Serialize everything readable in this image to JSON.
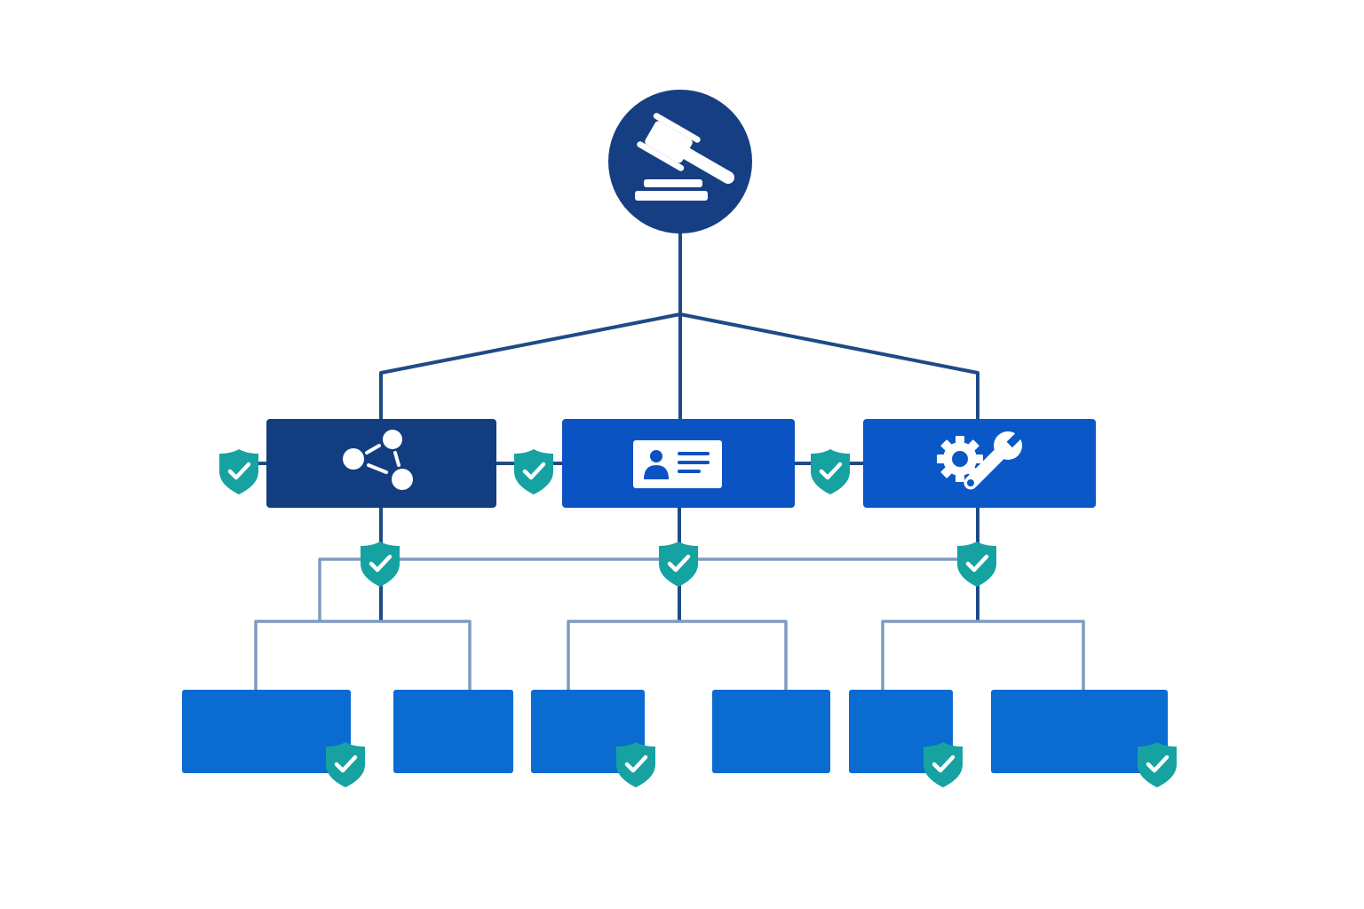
{
  "colors": {
    "background": "#ffffff",
    "root_fill": "#163e83",
    "connector_main": "#1f4a87",
    "connector_light": "#7d9cc0",
    "node_dark": "#123d80",
    "node_mid": "#0b52c3",
    "node_bright": "#0a58c8",
    "leaf_fill": "#0a6bd1",
    "shield_fill": "#17a2a2",
    "shield_check": "#ffffff",
    "icon_fill": "#ffffff"
  },
  "root": {
    "icon": "gavel-icon"
  },
  "level1": [
    {
      "id": "node-network",
      "icon": "network-share-icon",
      "tone": "node_dark"
    },
    {
      "id": "node-identity",
      "icon": "id-card-icon",
      "tone": "node_mid"
    },
    {
      "id": "node-tools",
      "icon": "gear-wrench-icon",
      "tone": "node_bright"
    }
  ],
  "level2": [
    {
      "id": "leaf-1",
      "shield": true
    },
    {
      "id": "leaf-2",
      "shield": false
    },
    {
      "id": "leaf-3",
      "shield": true
    },
    {
      "id": "leaf-4",
      "shield": false
    },
    {
      "id": "leaf-5",
      "shield": true
    },
    {
      "id": "leaf-6",
      "shield": true
    }
  ],
  "shield_icon": "shield-check-icon"
}
